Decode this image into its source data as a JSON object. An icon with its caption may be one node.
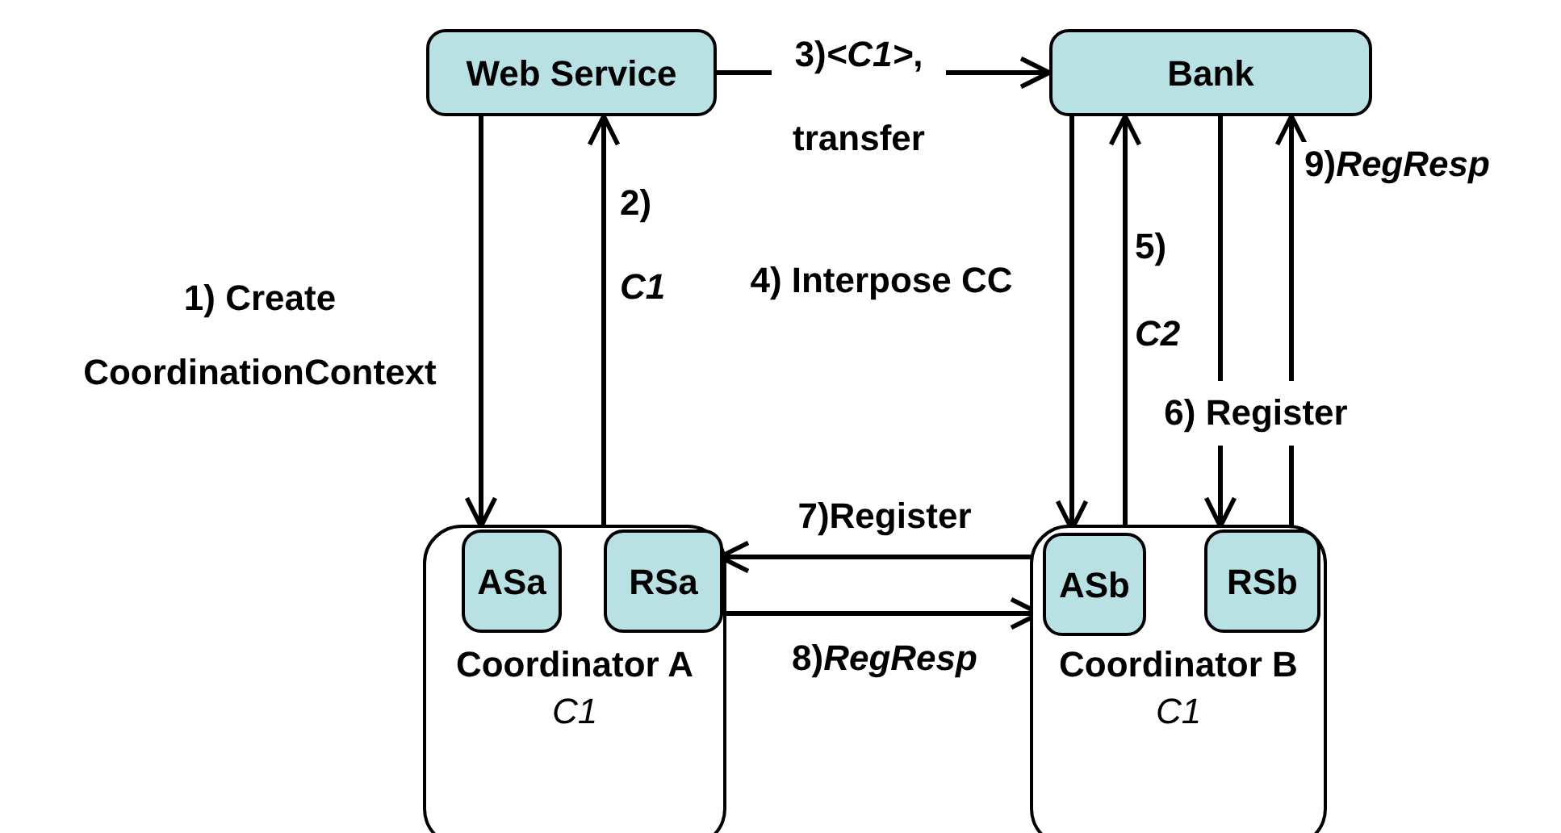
{
  "diagram": {
    "nodes": [
      {
        "text": [
          "Web Service"
        ]
      },
      {
        "text": [
          "Bank"
        ]
      },
      {
        "text": [
          "Coordinator A",
          "C1"
        ]
      },
      {
        "text": [
          "ASa"
        ],
        "in": 2
      },
      {
        "text": [
          "RSa"
        ],
        "in": 2
      },
      {
        "text": [
          "Coordinator B",
          "C1"
        ]
      },
      {
        "text": [
          "ASb"
        ],
        "in": 5
      },
      {
        "text": [
          "RSb"
        ],
        "in": 5
      }
    ],
    "edges": [
      {
        "from": 0,
        "to": 3,
        "arrow": "to",
        "label": "1) Create CoordinationContext"
      },
      {
        "from": 2,
        "to": 0,
        "arrow": "to",
        "label": "2) *C1*"
      },
      {
        "from": 0,
        "to": 1,
        "arrow": "to",
        "label": "3)*<C1>*, transfer"
      },
      {
        "from": 1,
        "to": 6,
        "arrow": "to",
        "label": "4) Interpose CC"
      },
      {
        "from": 5,
        "to": 1,
        "arrow": "to",
        "label": "5) *C2*"
      },
      {
        "from": 1,
        "to": 7,
        "arrow": "to",
        "label": "6) Register"
      },
      {
        "from": 6,
        "to": 4,
        "arrow": "to",
        "label": "7)Register"
      },
      {
        "from": 4,
        "to": 6,
        "arrow": "to",
        "label": "8)*RegResp*"
      },
      {
        "from": 7,
        "to": 1,
        "arrow": "to",
        "label": "9)*RegResp*"
      }
    ]
  }
}
